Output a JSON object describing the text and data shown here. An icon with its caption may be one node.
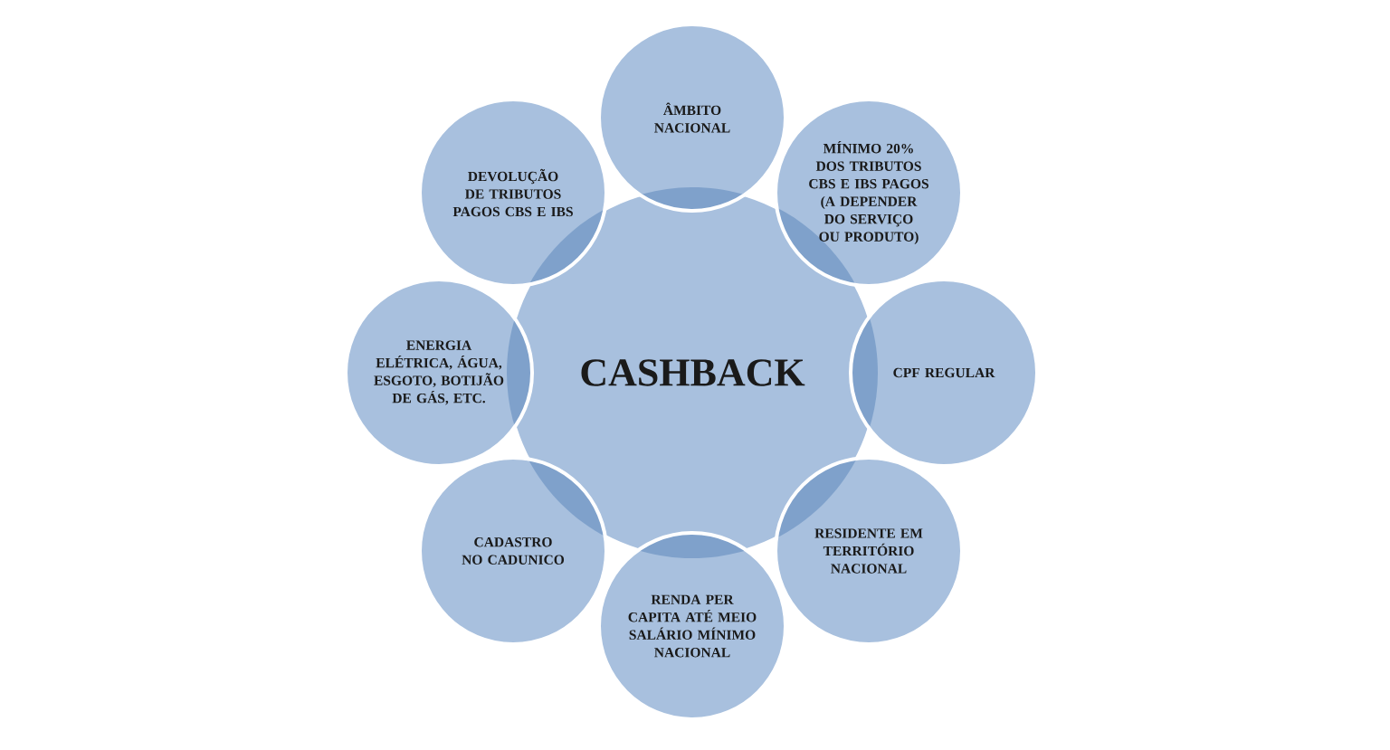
{
  "diagram": {
    "nodes": [
      {
        "text": [
          "CASHBACK"
        ]
      },
      {
        "text": [
          "ÂMBITO NACIONAL"
        ]
      },
      {
        "text": [
          "MÍNIMO 20% DOS TRIBUTOS CBS E IBS PAGOS (A DEPENDER DO SERVIÇO OU PRODUTO)"
        ]
      },
      {
        "text": [
          "CPF REGULAR"
        ]
      },
      {
        "text": [
          "RESIDENTE EM TERRITÓRIO NACIONAL"
        ]
      },
      {
        "text": [
          "RENDA PER CAPITA ATÉ MEIO SALÁRIO MÍNIMO NACIONAL"
        ]
      },
      {
        "text": [
          "CADASTRO NO CADUNICO"
        ]
      },
      {
        "text": [
          "ENERGIA ELÉTRICA, ÁGUA, ESGOTO, BOTIJÃO DE GÁS, ETC."
        ]
      },
      {
        "text": [
          "DEVOLUÇÃO DE TRIBUTOS PAGOS CBS E IBS"
        ]
      }
    ]
  }
}
